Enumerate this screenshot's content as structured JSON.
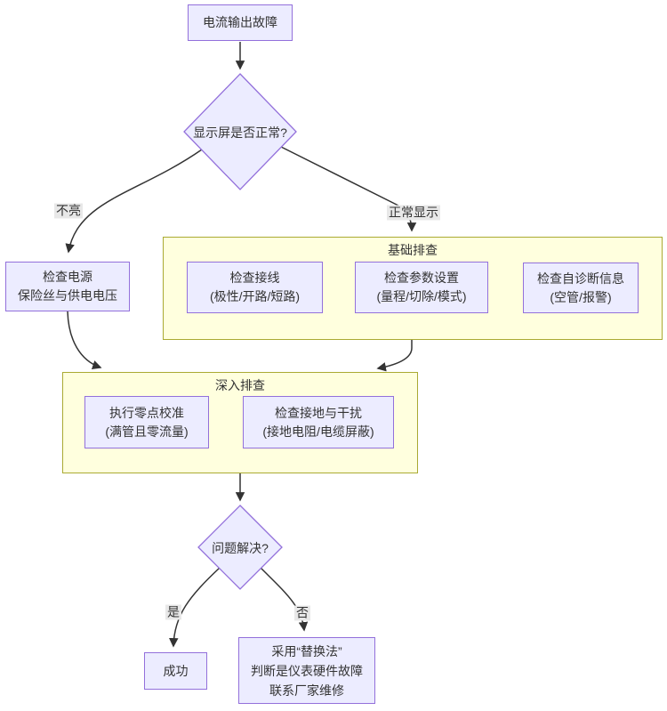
{
  "diagram_type": "flowchart-troubleshooting",
  "colors": {
    "node_fill": "#ECECFF",
    "node_border": "#9370DB",
    "cluster_fill": "#FFFFDE",
    "cluster_border": "#AAAA33",
    "edge": "#333333",
    "label_bg": "#e8e8e8",
    "text": "#333333",
    "bg": "#ffffff"
  },
  "nodes": [
    {
      "id": "start",
      "shape": "rect",
      "lines": [
        "电流输出故障"
      ]
    },
    {
      "id": "display-check",
      "shape": "diamond",
      "lines": [
        "显示屏是否正常?"
      ]
    },
    {
      "id": "check-power",
      "shape": "rect",
      "lines": [
        "检查电源",
        "保险丝与供电电压"
      ]
    },
    {
      "id": "check-wiring",
      "shape": "rect",
      "lines": [
        "检查接线",
        "(极性/开路/短路)"
      ]
    },
    {
      "id": "check-params",
      "shape": "rect",
      "lines": [
        "检查参数设置",
        "(量程/切除/模式)"
      ]
    },
    {
      "id": "check-diagnostics",
      "shape": "rect",
      "lines": [
        "检查自诊断信息",
        "(空管/报警)"
      ]
    },
    {
      "id": "zero-calibration",
      "shape": "rect",
      "lines": [
        "执行零点校准",
        "(满管且零流量)"
      ]
    },
    {
      "id": "check-grounding",
      "shape": "rect",
      "lines": [
        "检查接地与干扰",
        "(接地电阻/电缆屏蔽)"
      ]
    },
    {
      "id": "problem-solved",
      "shape": "diamond",
      "lines": [
        "问题解决?"
      ]
    },
    {
      "id": "success",
      "shape": "rect",
      "lines": [
        "成功"
      ]
    },
    {
      "id": "replacement",
      "shape": "rect",
      "lines": [
        "采用“替换法”",
        "判断是仪表硬件故障",
        "联系厂家维修"
      ]
    }
  ],
  "clusters": [
    {
      "id": "basic-checks",
      "title": "基础排查"
    },
    {
      "id": "deep-checks",
      "title": "深入排查"
    }
  ],
  "edge_labels": [
    {
      "id": "label-off",
      "text": "不亮"
    },
    {
      "id": "label-normal",
      "text": "正常显示"
    },
    {
      "id": "label-yes",
      "text": "是"
    },
    {
      "id": "label-no",
      "text": "否"
    }
  ]
}
